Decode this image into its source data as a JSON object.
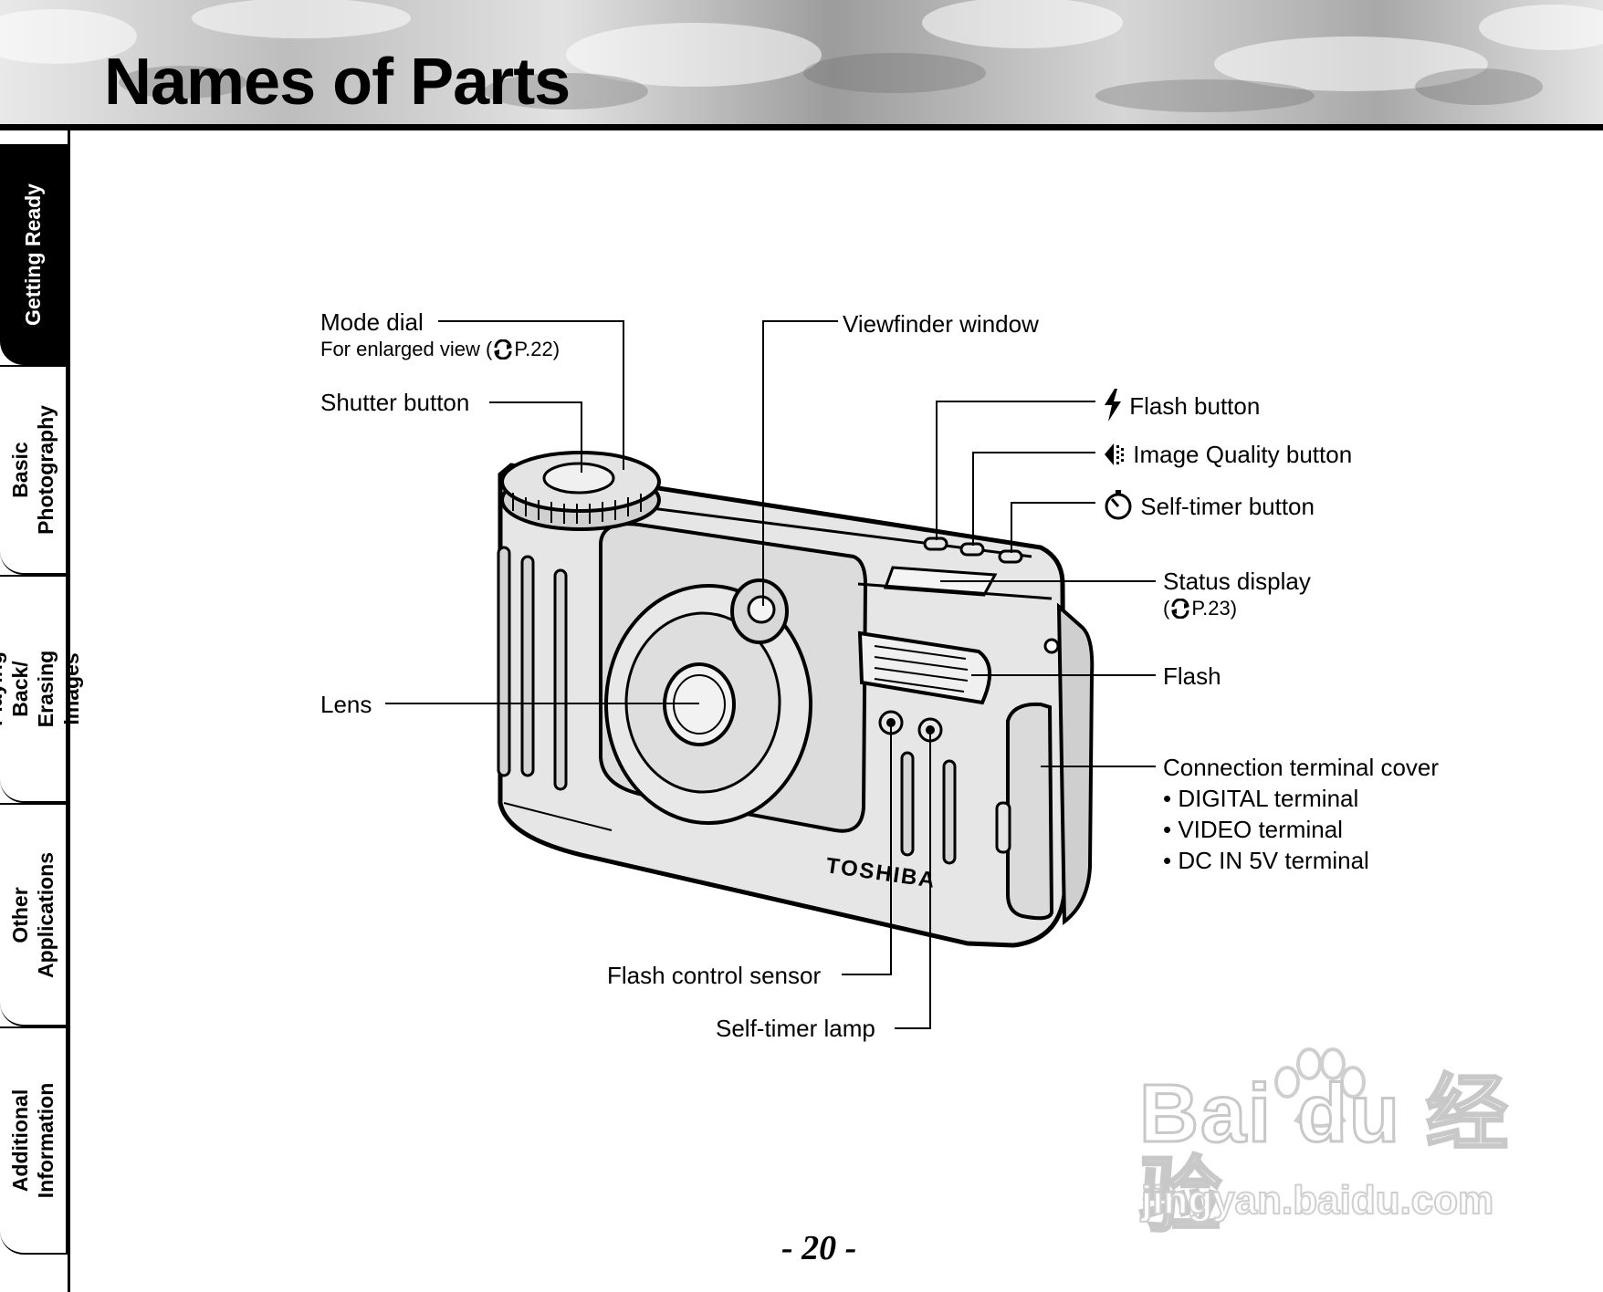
{
  "header": {
    "title": "Names of Parts"
  },
  "tabs": [
    {
      "label": "Getting Ready",
      "active": true
    },
    {
      "label": "Basic\nPhotography",
      "active": false
    },
    {
      "label": "Playing Back/\nErasing Images",
      "active": false
    },
    {
      "label": "Other\nApplications",
      "active": false
    },
    {
      "label": "Additional\nInformation",
      "active": false
    }
  ],
  "callouts": {
    "mode_dial": "Mode dial",
    "mode_dial_note_prefix": "For enlarged view (",
    "mode_dial_note_ref": "P.22)",
    "shutter_button": "Shutter button",
    "viewfinder_window": "Viewfinder window",
    "flash_button": "Flash button",
    "image_quality_button": "Image Quality button",
    "self_timer_button": "Self-timer button",
    "status_display": "Status display",
    "status_display_note_prefix": "(",
    "status_display_note_ref": "P.23)",
    "flash": "Flash",
    "lens": "Lens",
    "connection_terminal_cover": "Connection terminal cover",
    "terminals": [
      "• DIGITAL terminal",
      "• VIDEO terminal",
      "• DC IN 5V terminal"
    ],
    "flash_control_sensor": "Flash control sensor",
    "self_timer_lamp": "Self-timer lamp"
  },
  "camera": {
    "brand": "TOSHIBA"
  },
  "footer": {
    "page_number": "- 20 -"
  },
  "watermark": {
    "main": "Bai du 经验",
    "sub": "jingyan.baidu.com"
  },
  "icons": [
    "reference-arrow-icon",
    "flash-bolt-icon",
    "image-quality-icon",
    "self-timer-icon",
    "paw-icon"
  ]
}
